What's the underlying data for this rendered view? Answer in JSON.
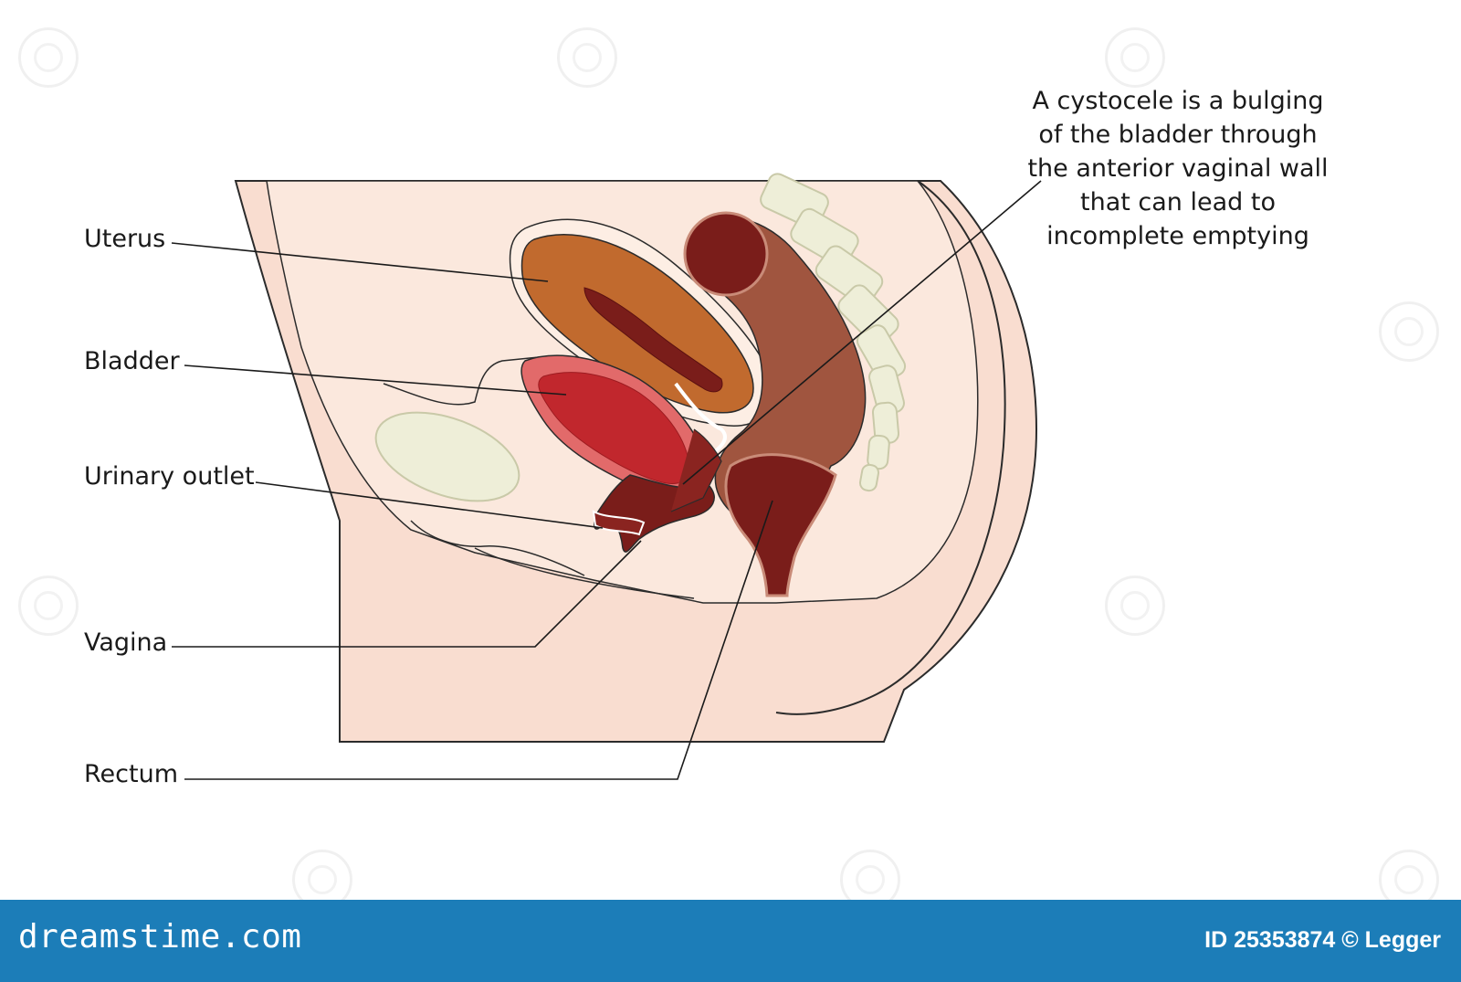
{
  "labels": {
    "uterus": "Uterus",
    "bladder": "Bladder",
    "urinary_outlet": "Urinary outlet",
    "vagina": "Vagina",
    "rectum": "Rectum"
  },
  "caption": {
    "line1": "A cystocele is a bulging",
    "line2": "of the bladder through",
    "line3": "the anterior vaginal wall",
    "line4": "that can lead to",
    "line5": "incomplete emptying"
  },
  "footer": {
    "brand": "dreamstime.com",
    "image_id": "ID 25353874 © Legger"
  },
  "colors": {
    "skin": "#f9ddd0",
    "uterus": "#c16a2e",
    "bladder": "#c1272d",
    "rectum": "#a0553f",
    "spine": "#eeeed8",
    "footer": "#1c7db8"
  }
}
